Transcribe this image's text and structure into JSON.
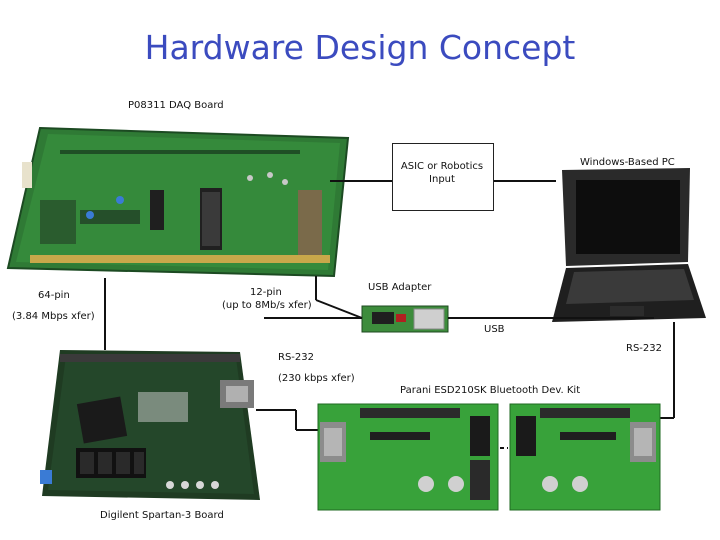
{
  "title": "Hardware Design Concept",
  "labels": {
    "daq_board": "P08311 DAQ Board",
    "asic_input": "ASIC or Robotics Input",
    "windows_pc": "Windows-Based PC",
    "pin64": "64-pin",
    "rate64": "(3.84 Mbps xfer)",
    "pin12": "12-pin",
    "rate12": "(up to 8Mb/s xfer)",
    "usb_adapter": "USB Adapter",
    "usb": "USB",
    "rs232_left": "RS-232",
    "rs232_rate": "(230 kbps xfer)",
    "rs232_right": "RS-232",
    "bluetooth_kit": "Parani ESD210SK Bluetooth Dev. Kit",
    "spartan_board": "Digilent Spartan-3 Board"
  },
  "colors": {
    "title": "#3b4bbf",
    "pcb_green": "#2f7a35",
    "pcb_dark": "#1c4a22",
    "kit_green": "#38a23a"
  }
}
